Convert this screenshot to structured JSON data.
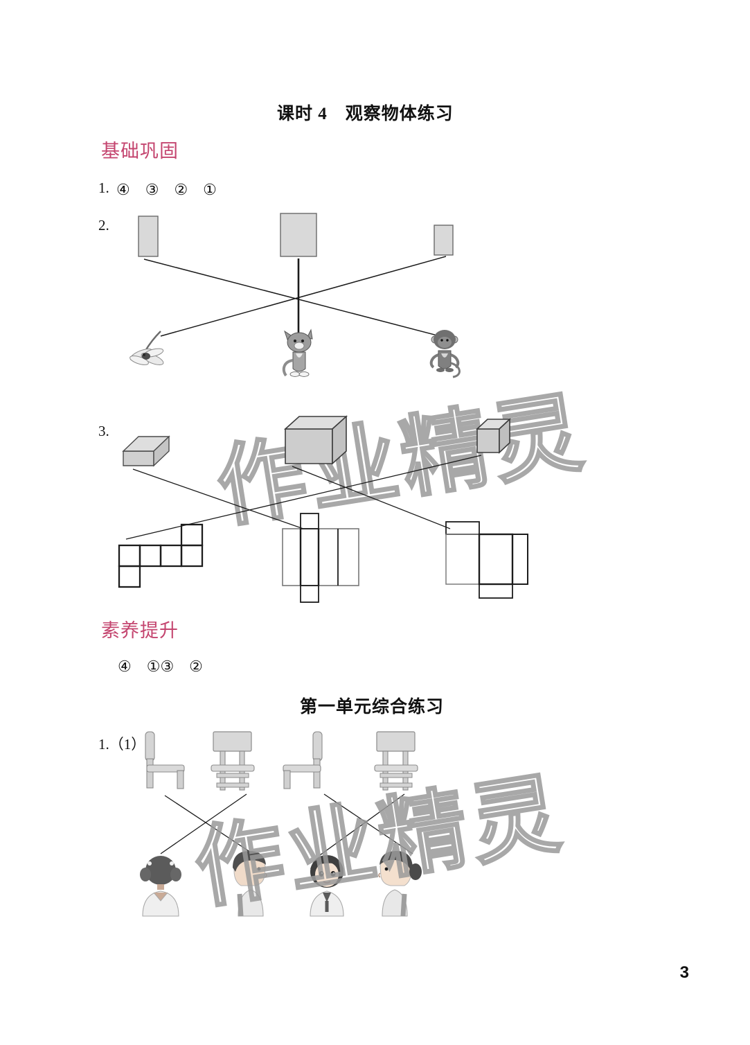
{
  "document": {
    "title": "课时 4　观察物体练习",
    "page_number": "3",
    "watermark_text": "作业精灵",
    "accent_color": "#C4456F"
  },
  "sections": [
    {
      "heading": "基础巩固",
      "questions": [
        {
          "number": "1.",
          "answer": "④　③　②　①"
        },
        {
          "number": "2.",
          "type": "matching",
          "top_items": [
            "tall-narrow-rectangle",
            "large-rectangle",
            "small-rectangle"
          ],
          "bottom_items": [
            "dragonfly",
            "cat",
            "monkey"
          ],
          "matches": [
            {
              "from": 0,
              "to": 2
            },
            {
              "from": 1,
              "to": 1
            },
            {
              "from": 2,
              "to": 0
            }
          ]
        },
        {
          "number": "3.",
          "type": "matching",
          "top_items": [
            "long-rectangular-prism",
            "rectangular-box",
            "small-cube"
          ],
          "bottom_items": [
            "cube-net",
            "tall-prism-net",
            "box-net"
          ],
          "matches": [
            {
              "from": 0,
              "to": 1
            },
            {
              "from": 1,
              "to": 2
            },
            {
              "from": 2,
              "to": 0
            }
          ]
        }
      ]
    },
    {
      "heading": "素养提升",
      "questions": [
        {
          "number": "",
          "answer": "④　①③　②"
        }
      ]
    }
  ],
  "unit_exercise": {
    "title": "第一单元综合练习",
    "questions": [
      {
        "number": "1.（1）",
        "type": "matching",
        "top_items": [
          "chair-side-right",
          "chair-front",
          "chair-side-left",
          "chair-back"
        ],
        "bottom_items": [
          "girl-back-view",
          "boy-profile-right",
          "girl-front-view",
          "girl-profile-left"
        ],
        "matches": [
          {
            "from": 0,
            "to": 1
          },
          {
            "from": 1,
            "to": 0
          },
          {
            "from": 2,
            "to": 3
          },
          {
            "from": 3,
            "to": 2
          }
        ]
      }
    ]
  }
}
